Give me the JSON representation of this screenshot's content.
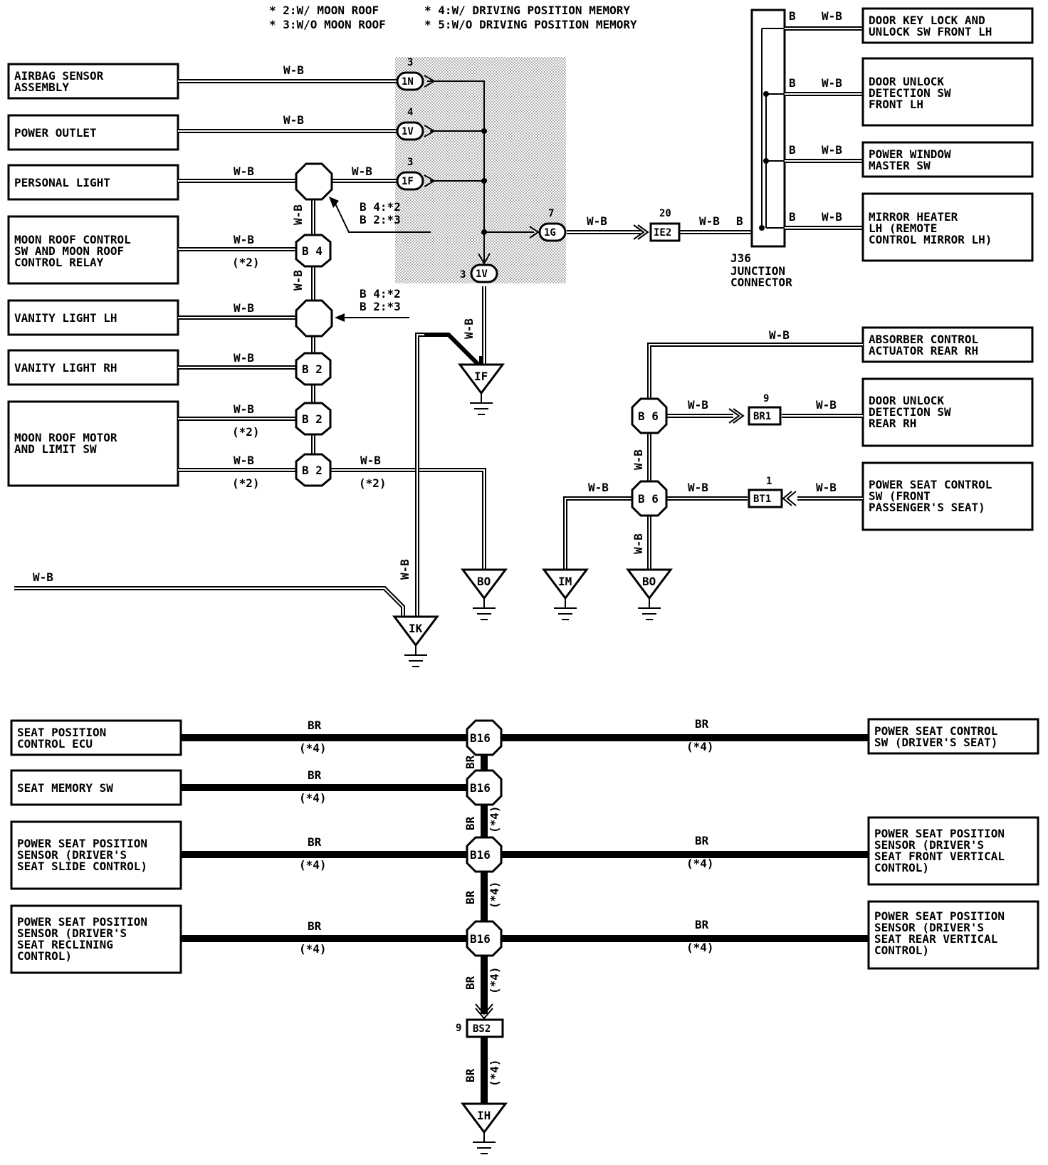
{
  "notes": {
    "n2": "* 2:W/ MOON ROOF",
    "n3": "* 3:W/O MOON ROOF",
    "n4": "* 4:W/ DRIVING POSITION MEMORY",
    "n5": "* 5:W/O DRIVING POSITION MEMORY"
  },
  "wire_wb": "W-B",
  "wire_br": "BR",
  "wire_b": "B",
  "star2": "(*2)",
  "star4": "(*4)",
  "left_components": {
    "airbag": [
      "AIRBAG SENSOR",
      "ASSEMBLY"
    ],
    "power_outlet": [
      "POWER OUTLET"
    ],
    "personal_light": [
      "PERSONAL LIGHT"
    ],
    "moon_roof_control": [
      "MOON ROOF CONTROL",
      "SW AND MOON ROOF",
      "CONTROL RELAY"
    ],
    "vanity_lh": [
      "VANITY LIGHT LH"
    ],
    "vanity_rh": [
      "VANITY LIGHT RH"
    ],
    "moon_roof_motor": [
      "MOON ROOF MOTOR",
      "AND LIMIT SW"
    ]
  },
  "right_components": {
    "door_key_lock": [
      "DOOR KEY LOCK AND",
      "UNLOCK SW FRONT LH"
    ],
    "door_unlock_front": [
      "DOOR UNLOCK",
      "DETECTION SW",
      "FRONT LH"
    ],
    "power_window": [
      "POWER WINDOW",
      "MASTER SW"
    ],
    "mirror_heater": [
      "MIRROR HEATER",
      "LH (REMOTE",
      "CONTROL MIRROR LH)"
    ],
    "absorber": [
      "ABSORBER CONTROL",
      "ACTUATOR REAR RH"
    ],
    "door_unlock_rear": [
      "DOOR UNLOCK",
      "DETECTION SW",
      "REAR RH"
    ],
    "power_seat_front_pass": [
      "POWER SEAT CONTROL",
      "SW (FRONT",
      "PASSENGER'S SEAT)"
    ]
  },
  "bottom_left": {
    "seat_ecu": [
      "SEAT POSITION",
      "CONTROL ECU"
    ],
    "seat_memory": [
      "SEAT MEMORY SW"
    ],
    "slide_sensor": [
      "POWER SEAT POSITION",
      "SENSOR (DRIVER'S",
      "SEAT SLIDE CONTROL)"
    ],
    "recline_sensor": [
      "POWER SEAT POSITION",
      "SENSOR (DRIVER'S",
      "SEAT RECLINING",
      "CONTROL)"
    ]
  },
  "bottom_right": {
    "power_seat_driver": [
      "POWER SEAT CONTROL",
      "SW (DRIVER'S SEAT)"
    ],
    "front_vertical": [
      "POWER SEAT POSITION",
      "SENSOR (DRIVER'S",
      "SEAT FRONT VERTICAL",
      "CONTROL)"
    ],
    "rear_vertical": [
      "POWER SEAT POSITION",
      "SENSOR (DRIVER'S",
      "SEAT REAR VERTICAL",
      "CONTROL)"
    ]
  },
  "splices": {
    "b4": "B 4",
    "b2": "B 2",
    "b6": "B 6",
    "b16": "B16"
  },
  "splice_note": [
    "B 4:*2",
    "B 2:*3"
  ],
  "connectors": {
    "1n": {
      "pin": "3",
      "id": "1N"
    },
    "1v_top": {
      "pin": "4",
      "id": "1V"
    },
    "1f": {
      "pin": "3",
      "id": "1F"
    },
    "1g": {
      "pin": "7",
      "id": "1G"
    },
    "1v_bot": {
      "pin": "3",
      "id": "1V"
    },
    "ie2": {
      "pin": "20",
      "id": "IE2"
    },
    "br1": {
      "pin": "9",
      "id": "BR1"
    },
    "bt1": {
      "pin": "1",
      "id": "BT1"
    },
    "bs2": {
      "pin": "9",
      "id": "BS2"
    }
  },
  "junction": {
    "id": "J36",
    "line1": "JUNCTION",
    "line2": "CONNECTOR"
  },
  "grounds": {
    "if": "IF",
    "ik": "IK",
    "bo": "BO",
    "im": "IM",
    "ih": "IH"
  }
}
